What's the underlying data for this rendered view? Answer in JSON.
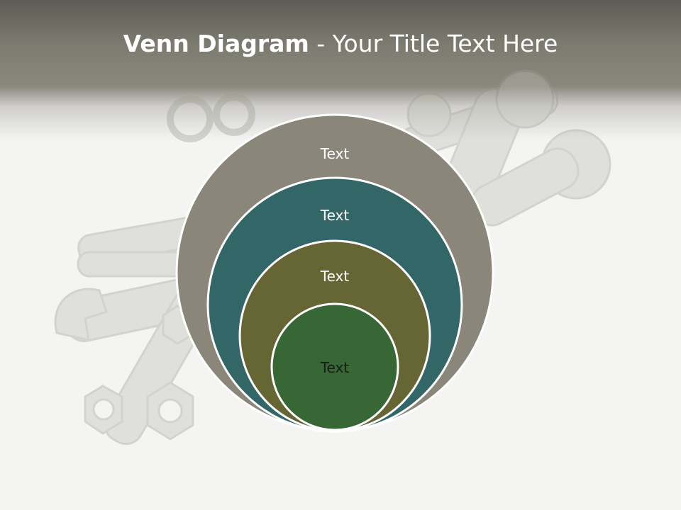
{
  "slide": {
    "title_bold": "Venn Diagram",
    "title_rest": " - Your Title Text Here"
  },
  "diagram": {
    "type": "nested-circles",
    "circles": [
      {
        "label": "Text",
        "color": "#8a877a",
        "text_color": "#ffffff"
      },
      {
        "label": "Text",
        "color": "#336667",
        "text_color": "#ffffff"
      },
      {
        "label": "Text",
        "color": "#666634",
        "text_color": "#ffffff"
      },
      {
        "label": "Text",
        "color": "#366734",
        "text_color": "#1a1a1a"
      }
    ],
    "outline_color": "#ffffff"
  },
  "background": {
    "header_color": "#7b7a6f",
    "page_color": "#f4f4f3",
    "art": "wrenches-and-nuts-image"
  }
}
